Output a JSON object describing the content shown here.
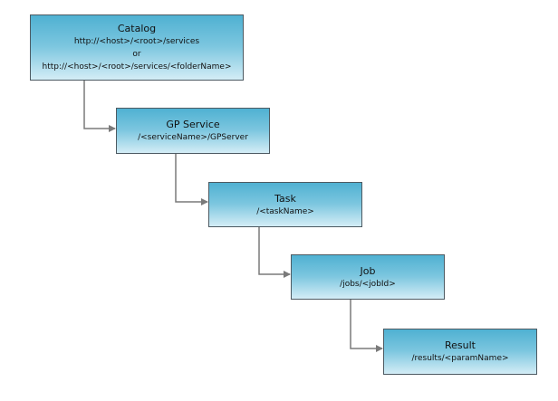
{
  "diagram": {
    "nodes": {
      "catalog": {
        "title": "Catalog",
        "lines": [
          "http://<host>/<root>/services",
          "or",
          "http://<host>/<root>/services/<folderName>"
        ]
      },
      "gp_service": {
        "title": "GP Service",
        "lines": [
          "/<serviceName>/GPServer"
        ]
      },
      "task": {
        "title": "Task",
        "lines": [
          "/<taskName>"
        ]
      },
      "job": {
        "title": "Job",
        "lines": [
          "/jobs/<jobId>"
        ]
      },
      "result": {
        "title": "Result",
        "lines": [
          "/results/<paramName>"
        ]
      }
    },
    "edges": [
      {
        "from": "Catalog",
        "to": "GP Service"
      },
      {
        "from": "GP Service",
        "to": "Task"
      },
      {
        "from": "Task",
        "to": "Job"
      },
      {
        "from": "Job",
        "to": "Result"
      }
    ],
    "colors": {
      "box_top": "#4fb1d2",
      "box_bottom": "#d4edf6",
      "box_border": "#4d5a62",
      "connector": "#7a7a7a"
    }
  }
}
